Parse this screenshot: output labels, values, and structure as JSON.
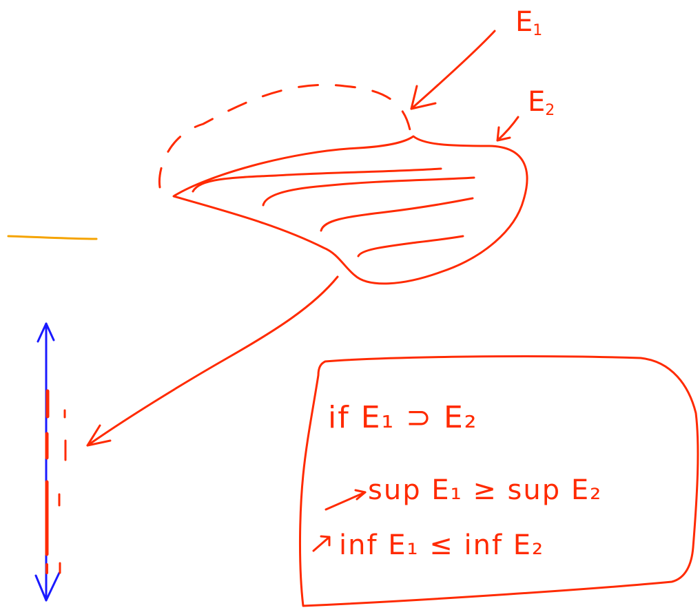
{
  "labels": {
    "e1": {
      "letter": "E",
      "sub": "1"
    },
    "e2": {
      "letter": "E",
      "sub": "2"
    }
  },
  "statement": {
    "line1": "if   E₁ ⊃ E₂",
    "line2": "sup E₁  ≥  sup E₂",
    "line3": "inf E₁  ≤  inf E₂"
  },
  "colors": {
    "ink_red": "#ff2a00",
    "axis_blue": "#1a1aff",
    "mark_orange": "#f5a300"
  },
  "icons": {
    "axis_top": "arrowhead-up-icon",
    "axis_bottom": "arrowhead-down-icon"
  }
}
